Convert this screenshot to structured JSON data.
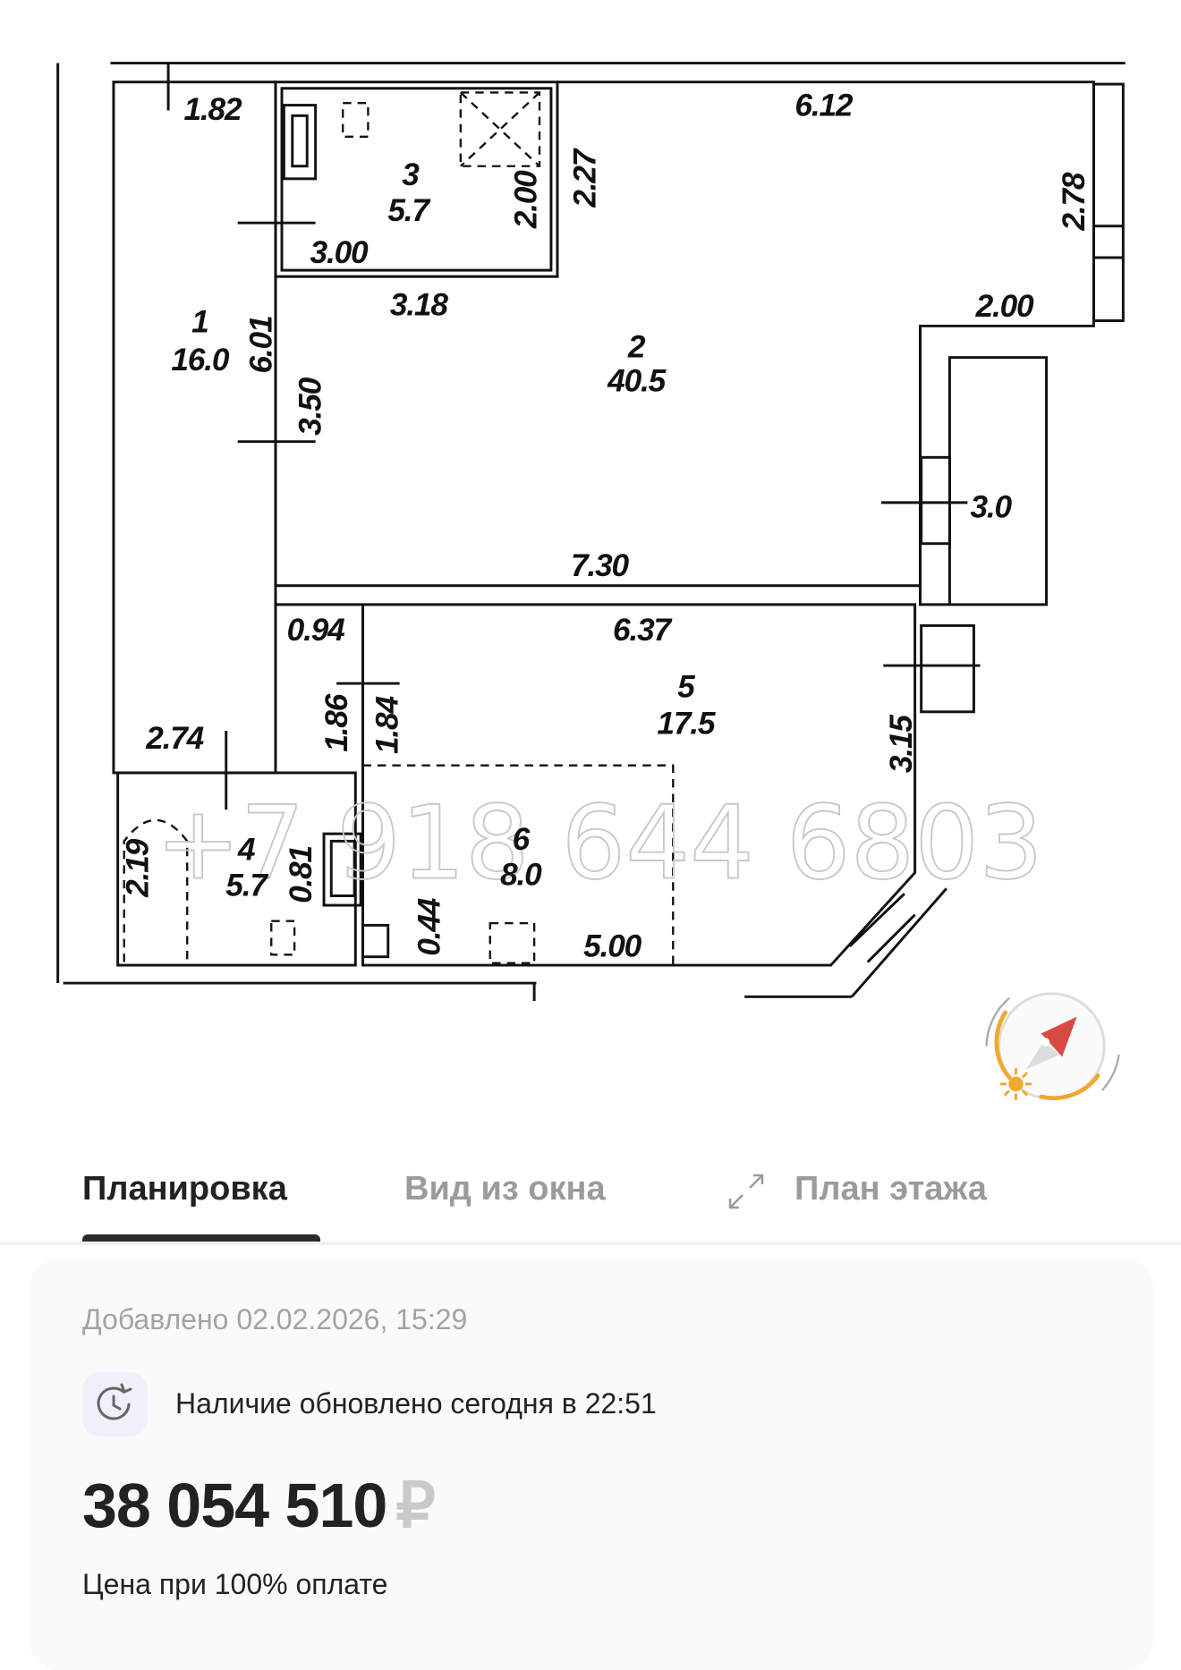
{
  "floor_plan": {
    "rooms": [
      {
        "number": "1",
        "area": "16.0"
      },
      {
        "number": "2",
        "area": "40.5"
      },
      {
        "number": "3",
        "area": "5.7"
      },
      {
        "number": "4",
        "area": "5.7"
      },
      {
        "number": "5",
        "area": "17.5"
      },
      {
        "number": "6",
        "area": "8.0"
      }
    ],
    "balcony_area": "3.0",
    "dims": {
      "d182": "1.82",
      "d300": "3.00",
      "d200a": "2.00",
      "d227": "2.27",
      "d612": "6.12",
      "d278": "2.78",
      "d318": "3.18",
      "d200b": "2.00",
      "d601": "6.01",
      "d350": "3.50",
      "d730": "7.30",
      "d094": "0.94",
      "d637": "6.37",
      "d274": "2.74",
      "d186": "1.86",
      "d184": "1.84",
      "d315": "3.15",
      "d219": "2.19",
      "d081": "0.81",
      "d044": "0.44",
      "d500": "5.00"
    },
    "watermark": "+7 918 644 6803",
    "compass_icon": "compass-icon"
  },
  "tabs": [
    {
      "label": "Планировка",
      "active": true
    },
    {
      "label": "Вид из окна",
      "active": false
    },
    {
      "label": "План этажа",
      "active": false,
      "icon": "expand-icon"
    }
  ],
  "card": {
    "added": "Добавлено 02.02.2026, 15:29",
    "availability": "Наличие обновлено сегодня в 22:51",
    "availability_icon": "clock-refresh-icon",
    "price": "38 054 510",
    "currency": "₽",
    "price_note": "Цена при 100% оплате"
  },
  "colors": {
    "compass_needle": "#d94a44",
    "sun": "#f0a830",
    "text": "#222222",
    "muted": "#9b9b9b"
  }
}
